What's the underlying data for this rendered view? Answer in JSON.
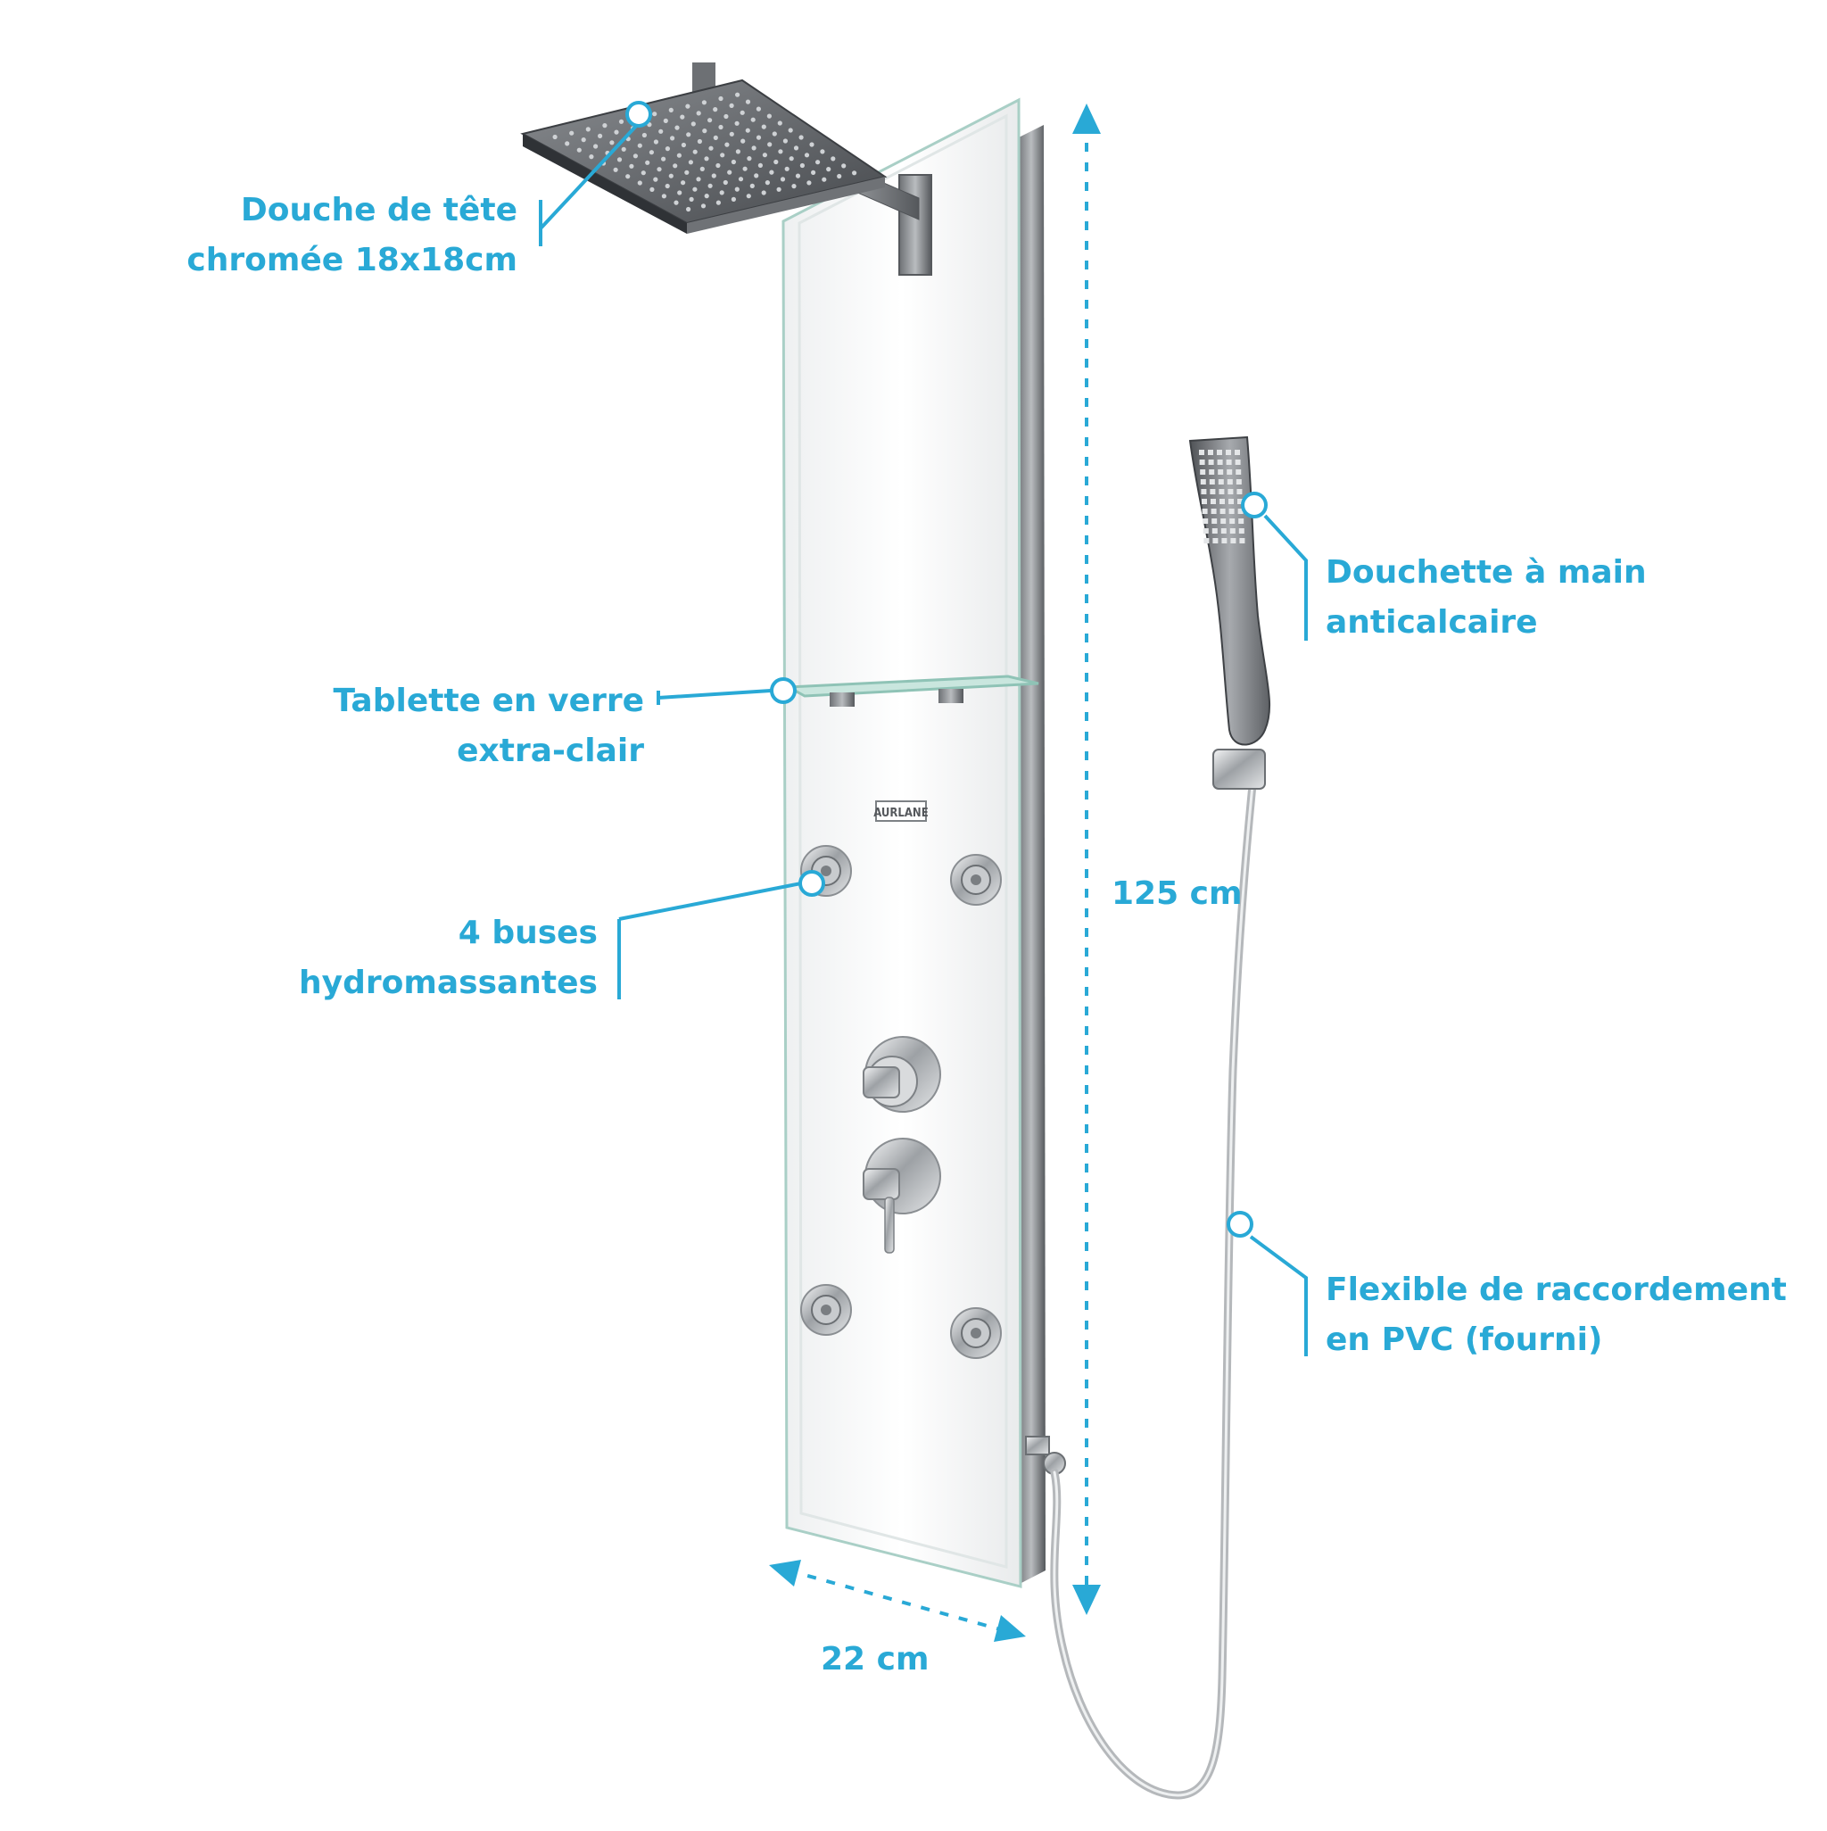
{
  "colors": {
    "accent": "#29A9D6",
    "chrome_dark": "#5c5f63",
    "chrome_light": "#d4d6d9",
    "panel": "#f6f7f7"
  },
  "brand": {
    "logo_text": "AURLANE"
  },
  "callouts": {
    "head_shower": {
      "line1": "Douche de tête",
      "line2": "chromée 18x18cm"
    },
    "shelf": {
      "line1": "Tablette en verre",
      "line2": "extra-clair"
    },
    "jets": {
      "line1": "4 buses",
      "line2": "hydromassantes"
    },
    "hand_shower": {
      "line1": "Douchette à main",
      "line2": "anticalcaire"
    },
    "hose": {
      "line1": "Flexible de raccordement",
      "line2": "en PVC (fourni)"
    }
  },
  "dimensions": {
    "height": "125 cm",
    "width": "22 cm"
  }
}
